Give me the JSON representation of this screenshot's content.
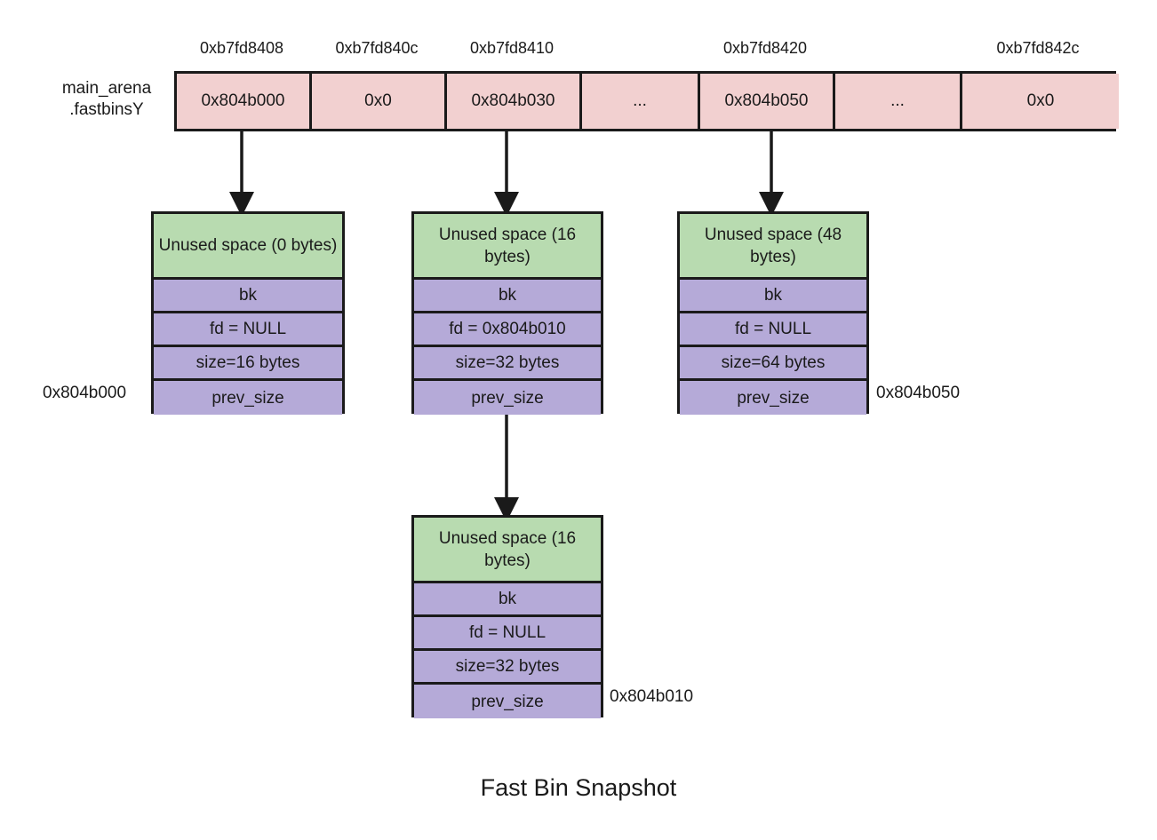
{
  "diagram": {
    "caption": "Fast Bin Snapshot",
    "colors": {
      "array_fill": "#f2d0d0",
      "unused_fill": "#b8dbb0",
      "field_fill": "#b5aad8",
      "stroke": "#1a1a1a",
      "background": "#ffffff"
    }
  },
  "arena": {
    "label_line1": "main_arena",
    "label_line2": ".fastbinsY"
  },
  "fastbins": {
    "cells": [
      {
        "address": "0xb7fd8408",
        "value": "0x804b000",
        "has_pointer": true
      },
      {
        "address": "0xb7fd840c",
        "value": "0x0",
        "has_pointer": false
      },
      {
        "address": "0xb7fd8410",
        "value": "0x804b030",
        "has_pointer": true
      },
      {
        "address": "",
        "value": "...",
        "has_pointer": false
      },
      {
        "address": "0xb7fd8420",
        "value": "0x804b050",
        "has_pointer": true
      },
      {
        "address": "",
        "value": "...",
        "has_pointer": false
      },
      {
        "address": "0xb7fd842c",
        "value": "0x0",
        "has_pointer": false
      }
    ]
  },
  "chunks": [
    {
      "id": "chunk-804b000",
      "address_label": "0x804b000",
      "address_side": "left",
      "unused": "Unused space (0 bytes)",
      "bk": "bk",
      "fd": "fd = NULL",
      "size": "size=16 bytes",
      "prev_size": "prev_size"
    },
    {
      "id": "chunk-804b030",
      "address_label": "",
      "address_side": "none",
      "unused": "Unused space (16 bytes)",
      "bk": "bk",
      "fd": "fd = 0x804b010",
      "size": "size=32 bytes",
      "prev_size": "prev_size"
    },
    {
      "id": "chunk-804b050",
      "address_label": "0x804b050",
      "address_side": "right",
      "unused": "Unused space (48 bytes)",
      "bk": "bk",
      "fd": "fd = NULL",
      "size": "size=64 bytes",
      "prev_size": "prev_size"
    },
    {
      "id": "chunk-804b010",
      "address_label": "0x804b010",
      "address_side": "right",
      "unused": "Unused space (16 bytes)",
      "bk": "bk",
      "fd": "fd = NULL",
      "size": "size=32 bytes",
      "prev_size": "prev_size"
    }
  ]
}
